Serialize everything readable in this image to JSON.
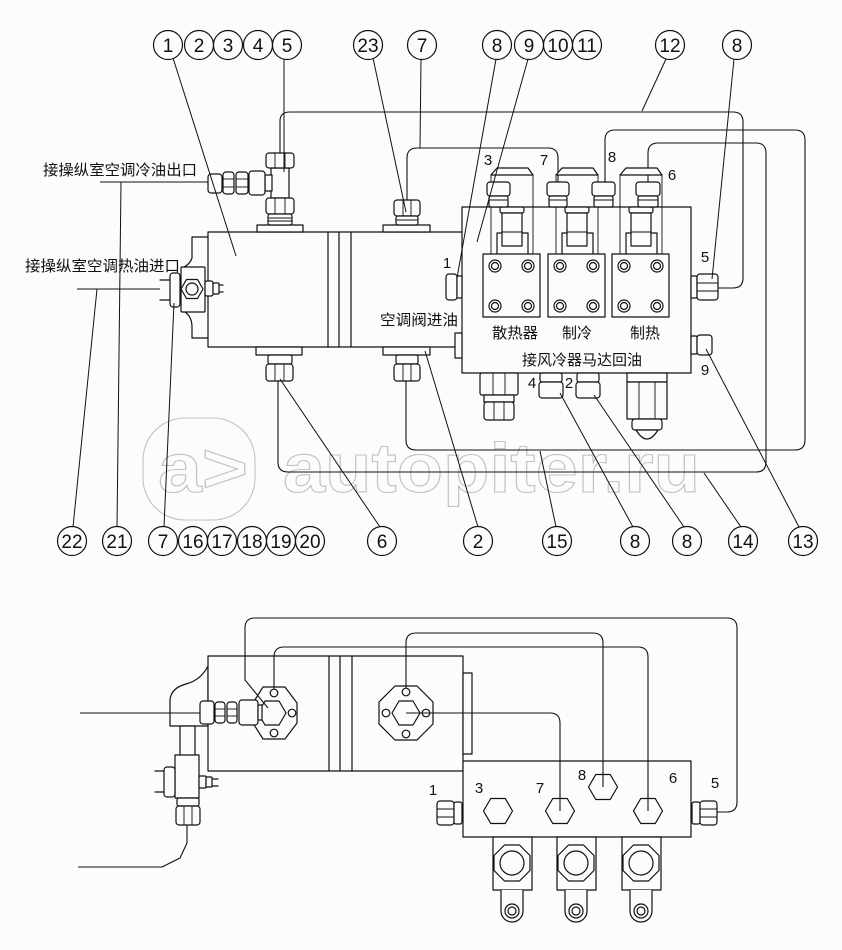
{
  "colors": {
    "line": "#111111",
    "background": "#fcfcfc",
    "watermark": "#c2c2c2"
  },
  "callouts": {
    "top_row": [
      "1",
      "2",
      "3",
      "4",
      "5",
      "23",
      "7",
      "8",
      "9",
      "10",
      "11",
      "12",
      "8"
    ],
    "bottom_row": [
      "22",
      "21",
      "7",
      "16",
      "17",
      "18",
      "19",
      "20",
      "6",
      "2",
      "15",
      "8",
      "8",
      "14",
      "13"
    ]
  },
  "annotations": {
    "cold_oil_outlet": "接操纵室空调冷油出口",
    "hot_oil_inlet": "接操纵室空调热油进口",
    "ac_valve_oil_inlet": "空调阀进油",
    "radiator": "散热器",
    "cooling": "制冷",
    "heating": "制热",
    "fan_cooler_motor_return": "接风冷器马达回油"
  },
  "ports_top_view": {
    "p3": "3",
    "p7": "7",
    "p8": "8",
    "p6": "6",
    "p1": "1",
    "p5": "5",
    "p9": "9",
    "p4": "4",
    "p2": "2"
  },
  "ports_bottom_view": {
    "p1": "1",
    "p3": "3",
    "p7": "7",
    "p8": "8",
    "p6": "6",
    "p5": "5"
  },
  "watermark": {
    "logo": "a>",
    "text": "autopiter.ru"
  }
}
